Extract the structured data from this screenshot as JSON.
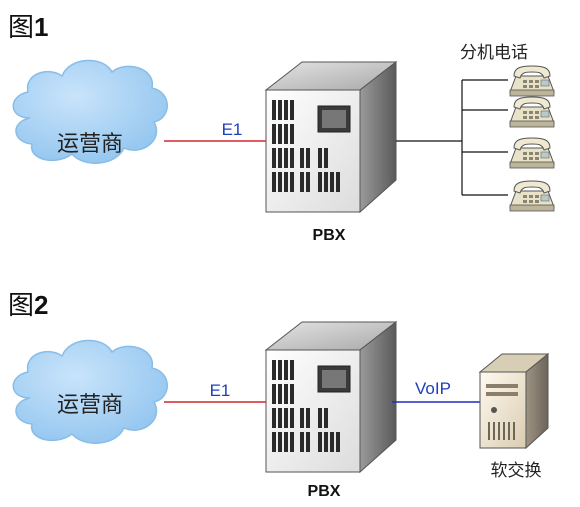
{
  "figure1": {
    "label_prefix": "图",
    "label_number": "1",
    "carrier": "运营商",
    "link": "E1",
    "pbx": "PBX",
    "extensions": "分机电话",
    "extension_count": 4
  },
  "figure2": {
    "label_prefix": "图",
    "label_number": "2",
    "carrier": "运营商",
    "link_left": "E1",
    "link_right": "VoIP",
    "pbx": "PBX",
    "softswitch": "软交换"
  },
  "colors": {
    "cloud_fill": "#a9d3f5",
    "cloud_stroke": "#87bde8",
    "e1_line": "#d0262e",
    "voip_line": "#1f2eb8",
    "link_text": "#1c3fbf",
    "pbx_front": "#f2f2f2",
    "pbx_side": "#7a7a7a",
    "pbx_top": "#c9c9c9"
  }
}
